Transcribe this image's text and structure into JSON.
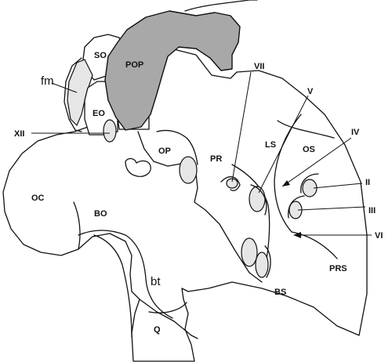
{
  "colors": {
    "outline": "#111111",
    "background": "#ffffff",
    "highlight_region": "#a8a8a8",
    "nerve_foramina": "#e6e6e6"
  },
  "labels": {
    "so": "SO",
    "pop": "POP",
    "fm": "fm",
    "eo": "EO",
    "xii": "XII",
    "oc": "OC",
    "bo": "BO",
    "op": "OP",
    "pr": "PR",
    "vii": "VII",
    "v": "V",
    "ls": "LS",
    "os": "OS",
    "iv": "IV",
    "ii": "II",
    "iii": "III",
    "vi": "VI",
    "prs": "PRS",
    "bs": "BS",
    "bt": "bt",
    "q": "Q"
  }
}
